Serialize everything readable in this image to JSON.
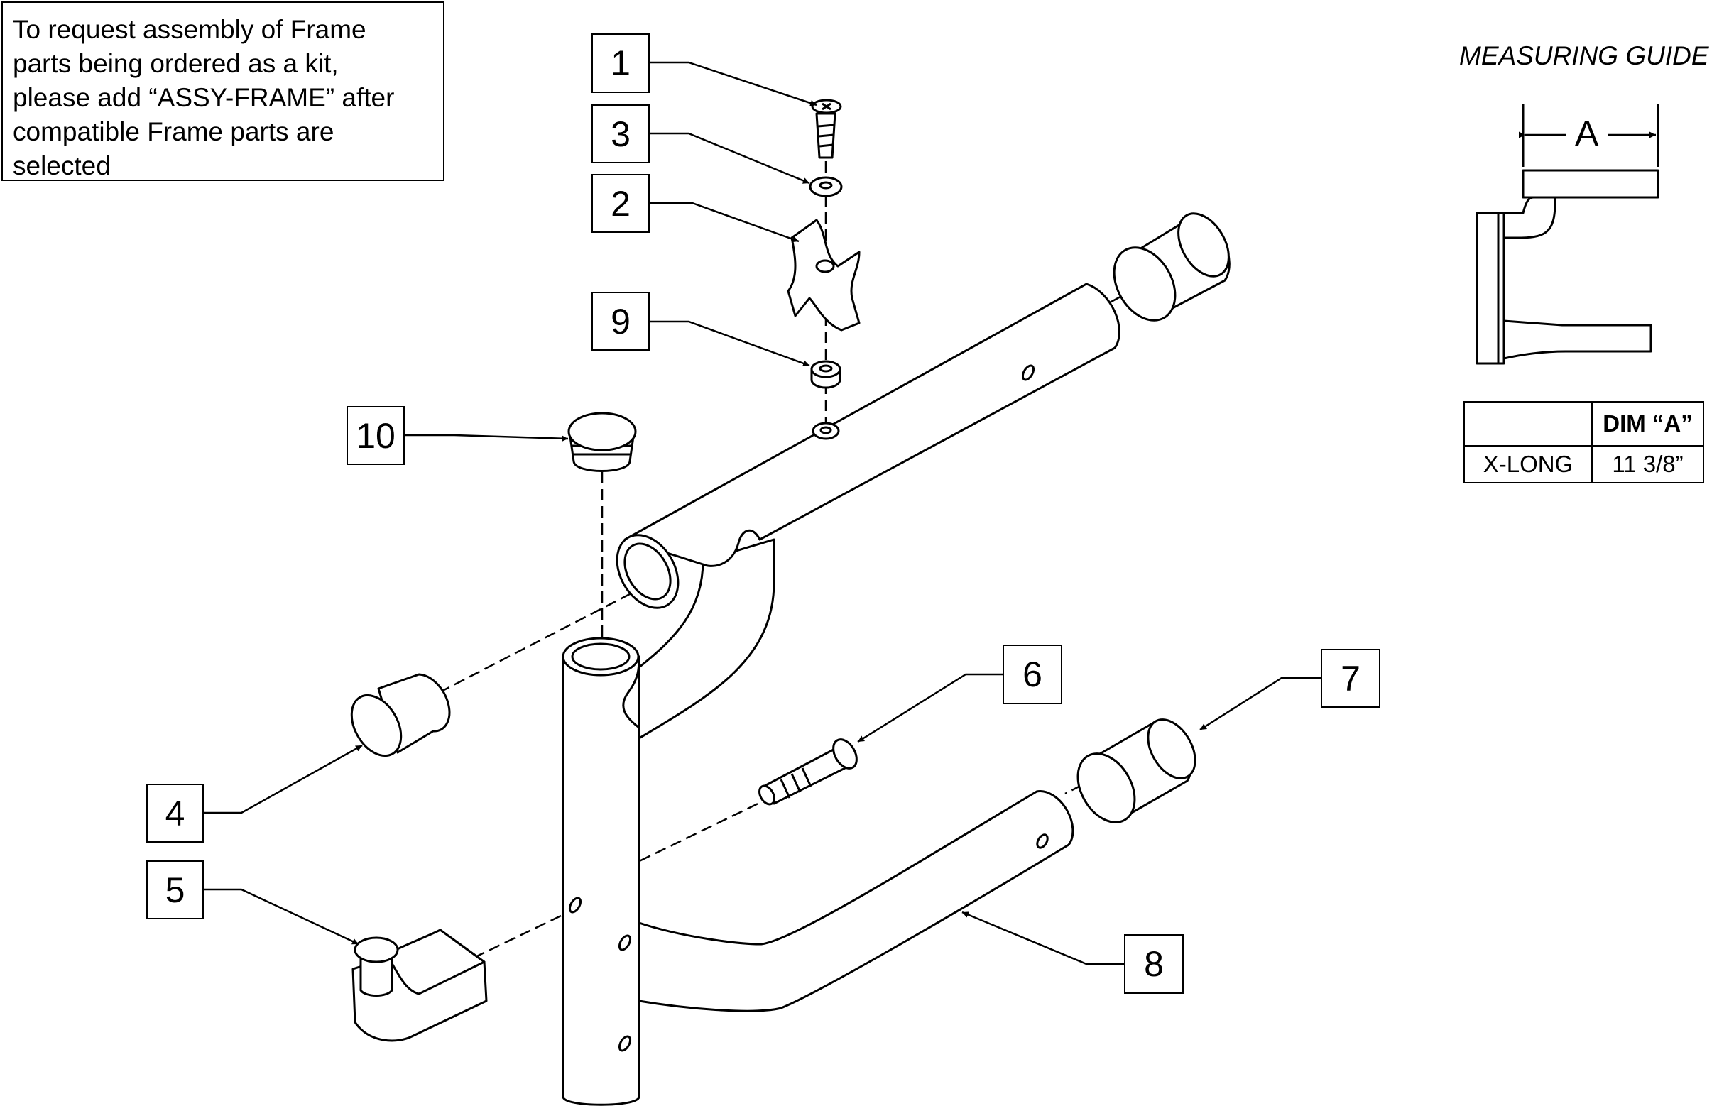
{
  "note": {
    "lines": [
      "To request assembly of Frame",
      "parts being ordered as a kit,",
      "please add “ASSY-FRAME” after",
      "compatible Frame parts are",
      "selected"
    ]
  },
  "measuring_guide": {
    "title": "MEASURING GUIDE",
    "dimension_label": "A",
    "table": {
      "headers": [
        "",
        "DIM “A”"
      ],
      "rows": [
        [
          "X-LONG",
          "11 3/8”"
        ]
      ]
    }
  },
  "callouts": [
    "1",
    "3",
    "2",
    "9",
    "10",
    "4",
    "5",
    "6",
    "7",
    "8"
  ]
}
